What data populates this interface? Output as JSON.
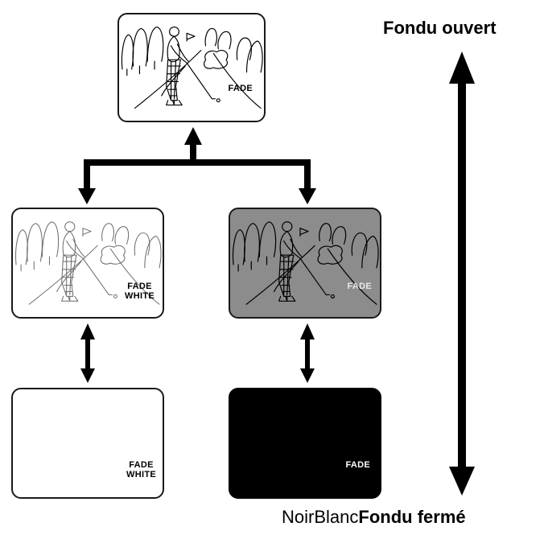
{
  "labels": {
    "top_right": "Fondu ouvert",
    "bottom_noir": "Noir",
    "bottom_blanc": "Blanc",
    "bottom_ferme": "Fondu fermé"
  },
  "frames": {
    "top": {
      "line1": "FADE",
      "line2": ""
    },
    "left_mid": {
      "line1": "FADE",
      "line2": "WHITE"
    },
    "right_mid": {
      "line1": "FADE",
      "line2": ""
    },
    "left_bottom": {
      "line1": "FADE",
      "line2": "WHITE"
    },
    "right_bottom": {
      "line1": "FADE",
      "line2": ""
    }
  },
  "colors": {
    "ink": "#000000",
    "frame_gray": "#8c8c8c",
    "frame_white": "#ffffff",
    "frame_black": "#000000",
    "faded_ink": "#6a6a6a"
  },
  "icons": {
    "scene": "golfer-scene-icon",
    "arrow": "arrow-icon"
  }
}
